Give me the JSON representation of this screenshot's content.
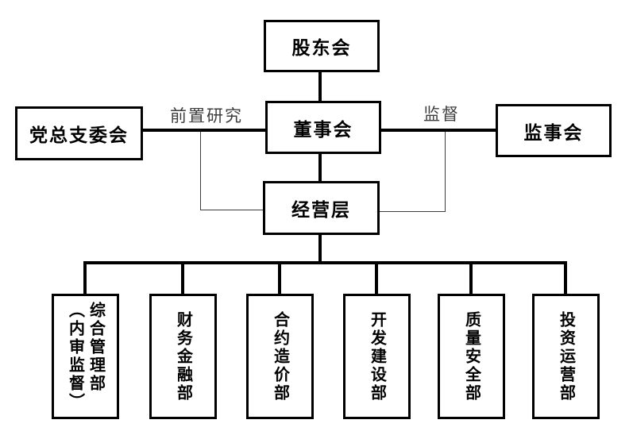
{
  "diagram": {
    "type": "org-chart",
    "nodes": {
      "shareholders": {
        "label": "股东会"
      },
      "party_committee": {
        "label": "党总支委会"
      },
      "board_of_directors": {
        "label": "董事会"
      },
      "supervisory_board": {
        "label": "监事会"
      },
      "management": {
        "label": "经营层"
      },
      "departments": [
        {
          "label": "综合管理部\n（内审监督）"
        },
        {
          "label": "财务金融部"
        },
        {
          "label": "合约造价部"
        },
        {
          "label": "开发建设部"
        },
        {
          "label": "质量安全部"
        },
        {
          "label": "投资运营部"
        }
      ]
    },
    "edge_labels": {
      "party_to_directors": "前置研究",
      "directors_to_supervisors": "监督"
    },
    "colors": {
      "background": "#ffffff",
      "line": "#000000",
      "thin_line": "#3c3c3c",
      "box_border": "#000000",
      "box_text": "#000000",
      "edge_label_text": "#3d3d3d"
    }
  }
}
